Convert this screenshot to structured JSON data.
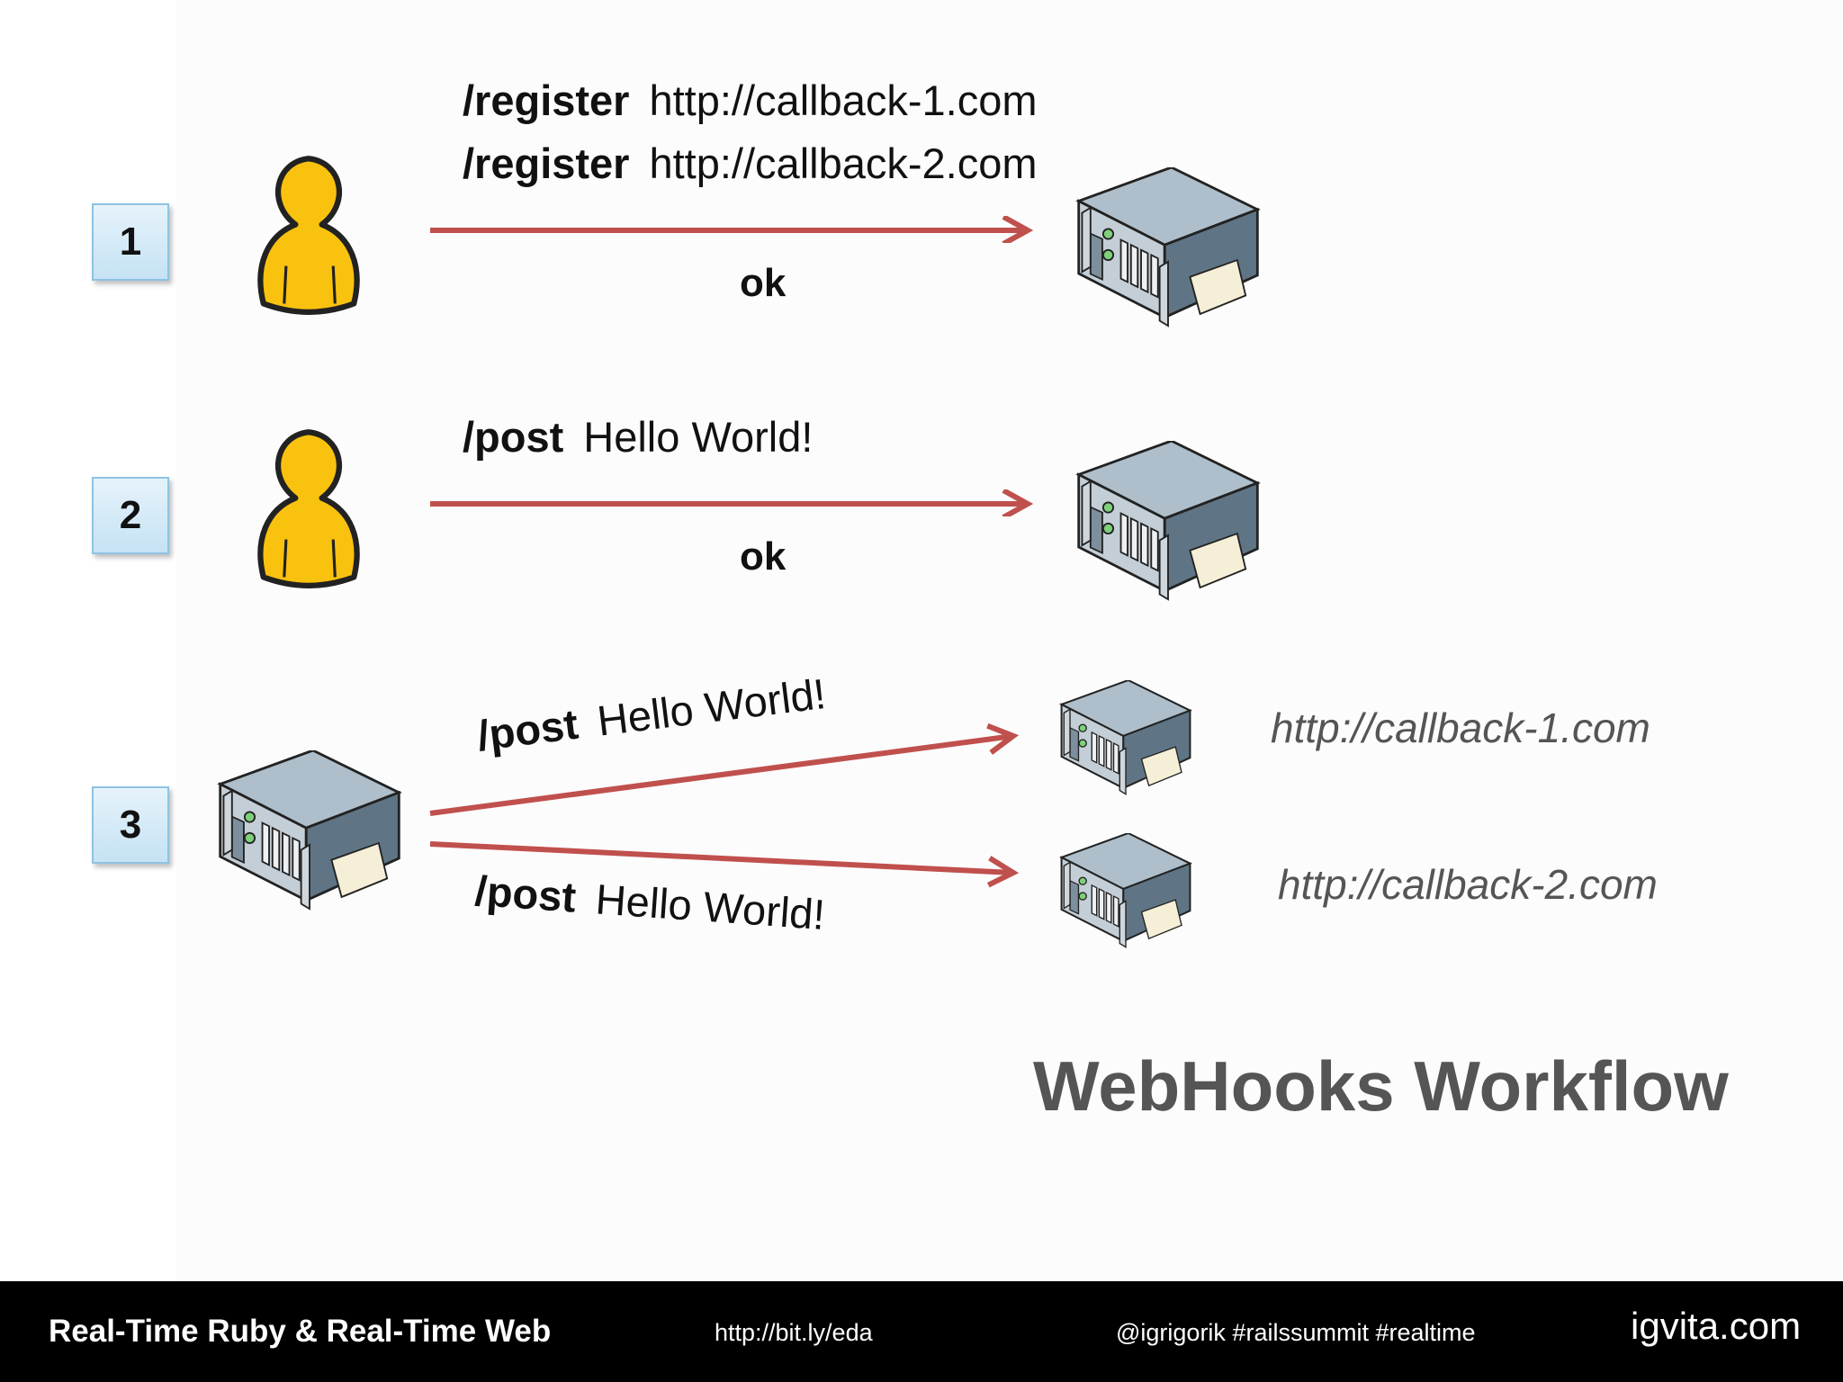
{
  "steps": [
    {
      "number": "1",
      "lines": [
        {
          "method": "/register",
          "text": "http://callback-1.com"
        },
        {
          "method": "/register",
          "text": "http://callback-2.com"
        }
      ],
      "response": "ok"
    },
    {
      "number": "2",
      "lines": [
        {
          "method": "/post",
          "text": "Hello World!"
        }
      ],
      "response": "ok"
    },
    {
      "number": "3",
      "fanout": [
        {
          "method": "/post",
          "text": "Hello World!",
          "target": "http://callback-1.com"
        },
        {
          "method": "/post",
          "text": "Hello World!",
          "target": "http://callback-2.com"
        }
      ]
    }
  ],
  "title": "WebHooks Workflow",
  "footer": {
    "talk": "Real-Time Ruby & Real-Time Web",
    "link": "http://bit.ly/eda",
    "tags": "@igrigorik #railssummit #realtime",
    "logo": "igvita.com"
  },
  "icons": {
    "user": "user-icon",
    "server": "server-icon"
  },
  "colors": {
    "arrow": "#c0504d",
    "user_fill": "#f9c20f",
    "server_body": "#6f8596",
    "badge": "#c5e2f4",
    "footer_bg": "#000000",
    "title": "#555555"
  }
}
